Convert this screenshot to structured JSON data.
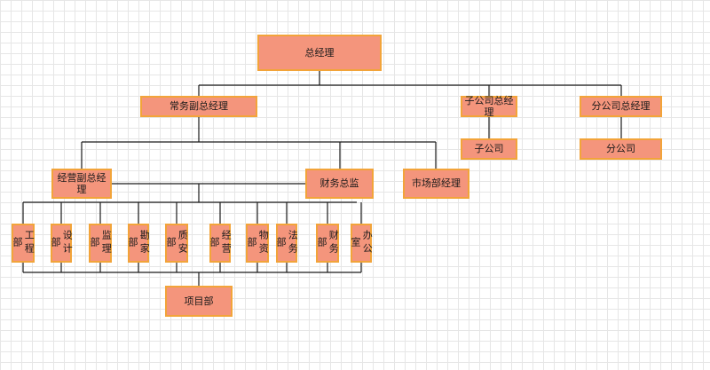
{
  "diagram": {
    "colors": {
      "node_fill": "#f4957c",
      "node_border": "#f2a43a",
      "line": "#1a1a1a",
      "grid": "#e6e6e6"
    },
    "nodes": {
      "ceo": "总经理",
      "exec_deputy": "常务副总经理",
      "subsidiary_gm": "子公司总经理",
      "branch_gm": "分公司总经理",
      "subsidiary": "子公司",
      "branch": "分公司",
      "business_deputy": "经营副总经理",
      "cfo": "财务总监",
      "marketing_manager": "市场部经理",
      "dept_engineering": "工程部",
      "dept_design": "设计部",
      "dept_supervision": "监理部",
      "dept_survey": "勘家部",
      "dept_quality_safety": "质安部",
      "dept_operations": "经营部",
      "dept_materials": "物资部",
      "dept_legal": "法务部",
      "dept_finance": "财务部",
      "dept_office": "办公室",
      "project_dept": "项目部"
    }
  }
}
